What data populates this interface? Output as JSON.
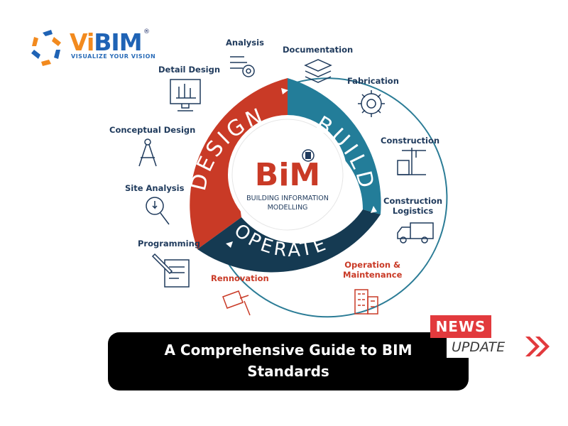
{
  "logo": {
    "brand_vi": "Vi",
    "brand_bim": "BIM",
    "registered": "®",
    "tagline": "VISUALIZE YOUR VISION",
    "colors": {
      "blue": "#1f63b5",
      "orange": "#f28a1e",
      "navy": "#1a2a66"
    }
  },
  "diagram": {
    "center": {
      "title": "BiM",
      "line1": "BUILDING INFORMATION",
      "line2": "MODELLING"
    },
    "phases": [
      {
        "label": "DESIGN",
        "color": "#c93a26"
      },
      {
        "label": "BUILD",
        "color": "#237d99"
      },
      {
        "label": "OPERATE",
        "color": "#153a52"
      }
    ],
    "stages": [
      {
        "label": "Analysis",
        "icon": "gear-layers-icon"
      },
      {
        "label": "Documentation",
        "icon": "layers-icon"
      },
      {
        "label": "Fabrication",
        "icon": "gear-icon"
      },
      {
        "label": "Construction",
        "icon": "crane-icon"
      },
      {
        "label": "Construction",
        "label2": "Logistics",
        "icon": "truck-icon"
      },
      {
        "label": "Operation &",
        "label2": "Maintenance",
        "icon": "building-icon"
      },
      {
        "label": "Rennovation",
        "icon": "paint-brush-icon"
      },
      {
        "label": "Programming",
        "icon": "document-pen-icon"
      },
      {
        "label": "Site Analysis",
        "icon": "magnifier-icon"
      },
      {
        "label": "Conceptual Design",
        "icon": "compass-icon"
      },
      {
        "label": "Detail Design",
        "icon": "monitor-icon"
      }
    ]
  },
  "banner": {
    "title_line1": "A Comprehensive Guide to BIM",
    "title_line2": "Standards"
  },
  "badge": {
    "news": "NEWS",
    "update": "UPDATE",
    "accent": "#e23a3d"
  }
}
